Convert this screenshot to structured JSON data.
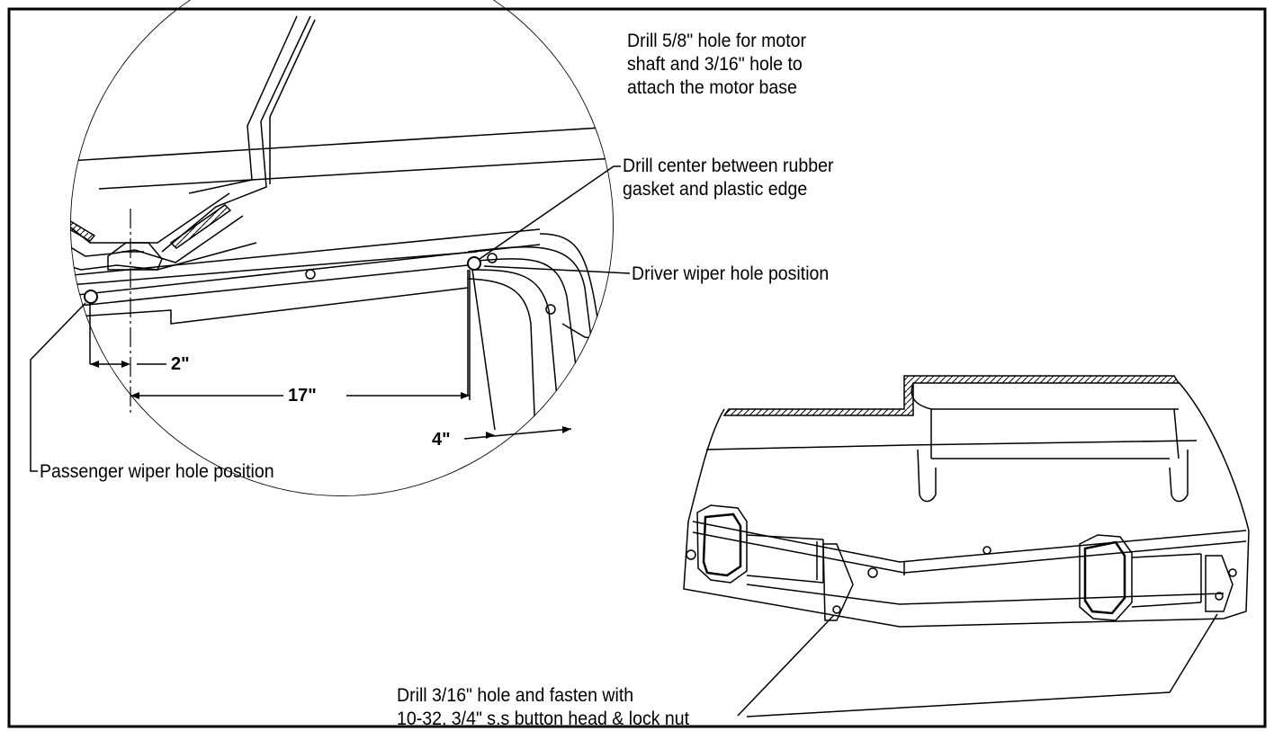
{
  "notes": {
    "motor": "Drill 5/8\" hole for motor\nshaft and 3/16\" hole to\nattach the motor base",
    "drill_center": "Drill center between rubber\ngasket and plastic edge",
    "driver_hole": "Driver wiper hole position",
    "passenger_hole": "Passenger wiper hole position",
    "fasten": "Drill 3/16\" hole and fasten with\n10-32, 3/4\" s.s button head & lock nut"
  },
  "dimensions": {
    "d2": "2\"",
    "d17": "17\"",
    "d4": "4\""
  }
}
